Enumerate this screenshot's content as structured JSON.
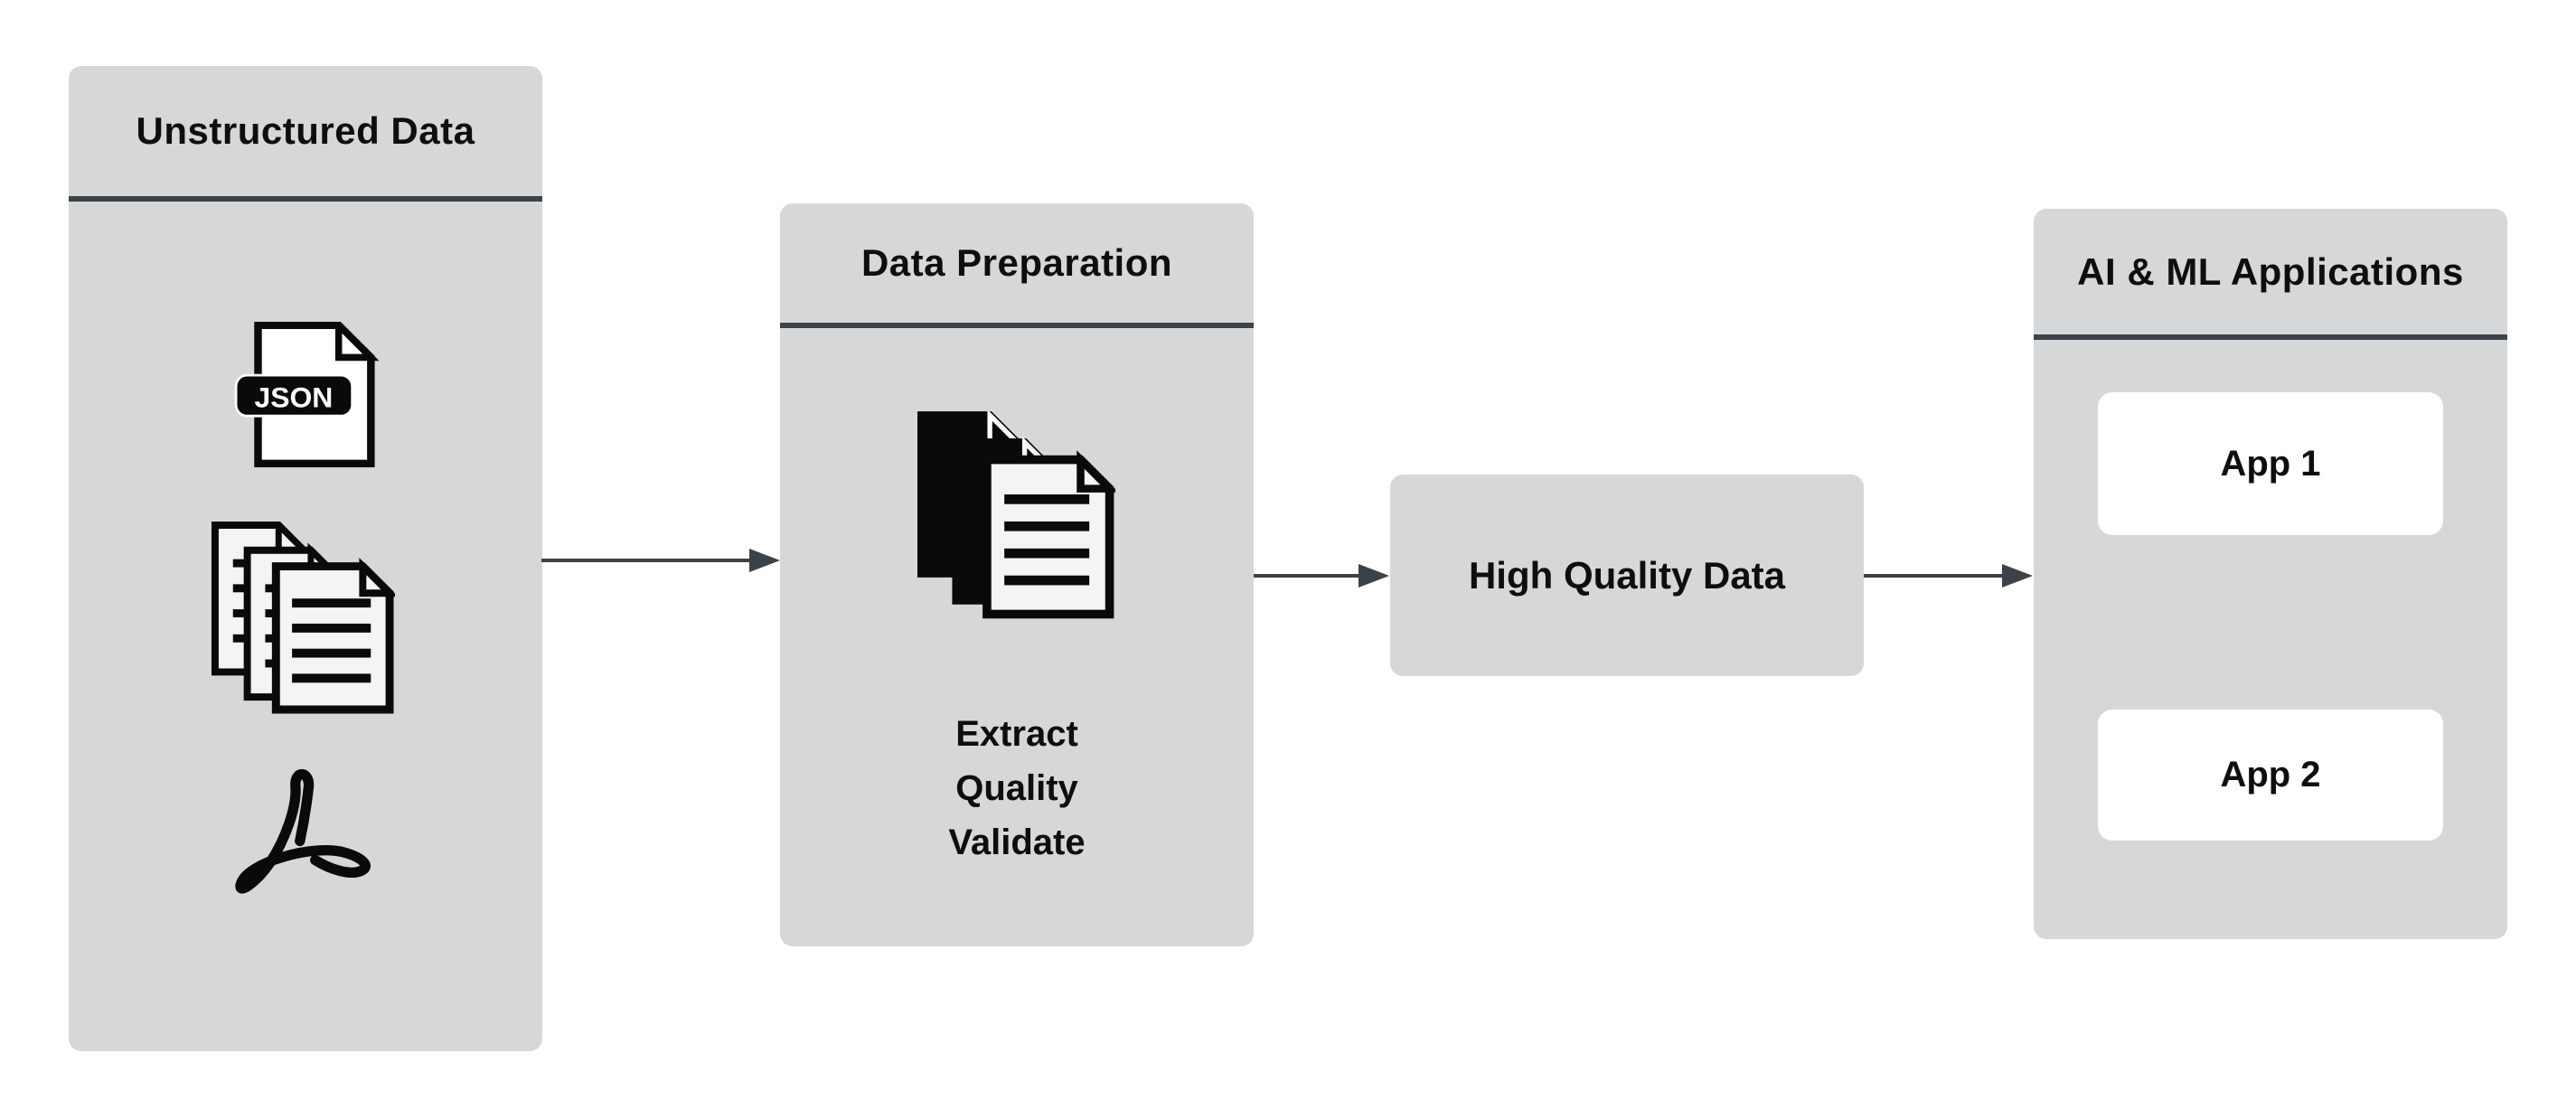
{
  "panels": {
    "unstructured_data": {
      "title": "Unstructured Data",
      "icons": [
        {
          "name": "json-file-icon",
          "badge": "JSON"
        },
        {
          "name": "documents-stack-icon"
        },
        {
          "name": "pdf-acrobat-icon"
        }
      ]
    },
    "data_preparation": {
      "title": "Data Preparation",
      "icon": {
        "name": "documents-stack-dark-icon"
      },
      "steps": [
        "Extract",
        "Quality",
        "Validate"
      ]
    },
    "high_quality_data": {
      "label": "High Quality Data"
    },
    "ai_ml_applications": {
      "title": "AI & ML Applications",
      "apps": [
        {
          "label": "App 1"
        },
        {
          "label": "App 2"
        }
      ]
    }
  },
  "arrows": [
    {
      "from": "unstructured_data",
      "to": "data_preparation"
    },
    {
      "from": "data_preparation",
      "to": "high_quality_data"
    },
    {
      "from": "high_quality_data",
      "to": "ai_ml_applications"
    }
  ],
  "colors": {
    "background": "#ffffff",
    "panel_fill": "#d6d7d8",
    "divider": "#3c4247",
    "arrow": "#3c4247",
    "text": "#0d0e0f",
    "card_fill": "#ffffff",
    "icon_ink": "#0a0a0a"
  }
}
